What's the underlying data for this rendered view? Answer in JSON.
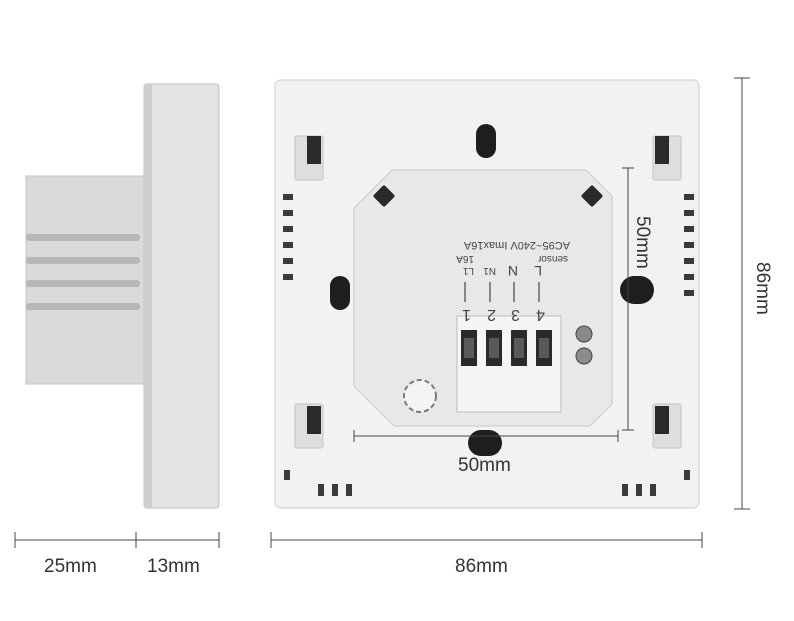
{
  "dimensions": {
    "side_depth": "25mm",
    "side_plate": "13mm",
    "width": "86mm",
    "height": "86mm",
    "mount_width": "50mm",
    "mount_height": "50mm"
  },
  "module_labels": {
    "rating": "AC95~240V  Imax16A",
    "sensor": "sensor",
    "l_label": "L",
    "n_label": "N",
    "load": "16A",
    "l1": "L1",
    "n1": "N1",
    "terminals": [
      "1",
      "2",
      "3",
      "4"
    ]
  },
  "colors": {
    "plate": "#f2f2f2",
    "plate_edge": "#d6d6d6",
    "module": "#e9e9e9",
    "side_body": "#d9d9d9",
    "terminal": "#2a2a2a",
    "dimension_line": "#444444"
  }
}
